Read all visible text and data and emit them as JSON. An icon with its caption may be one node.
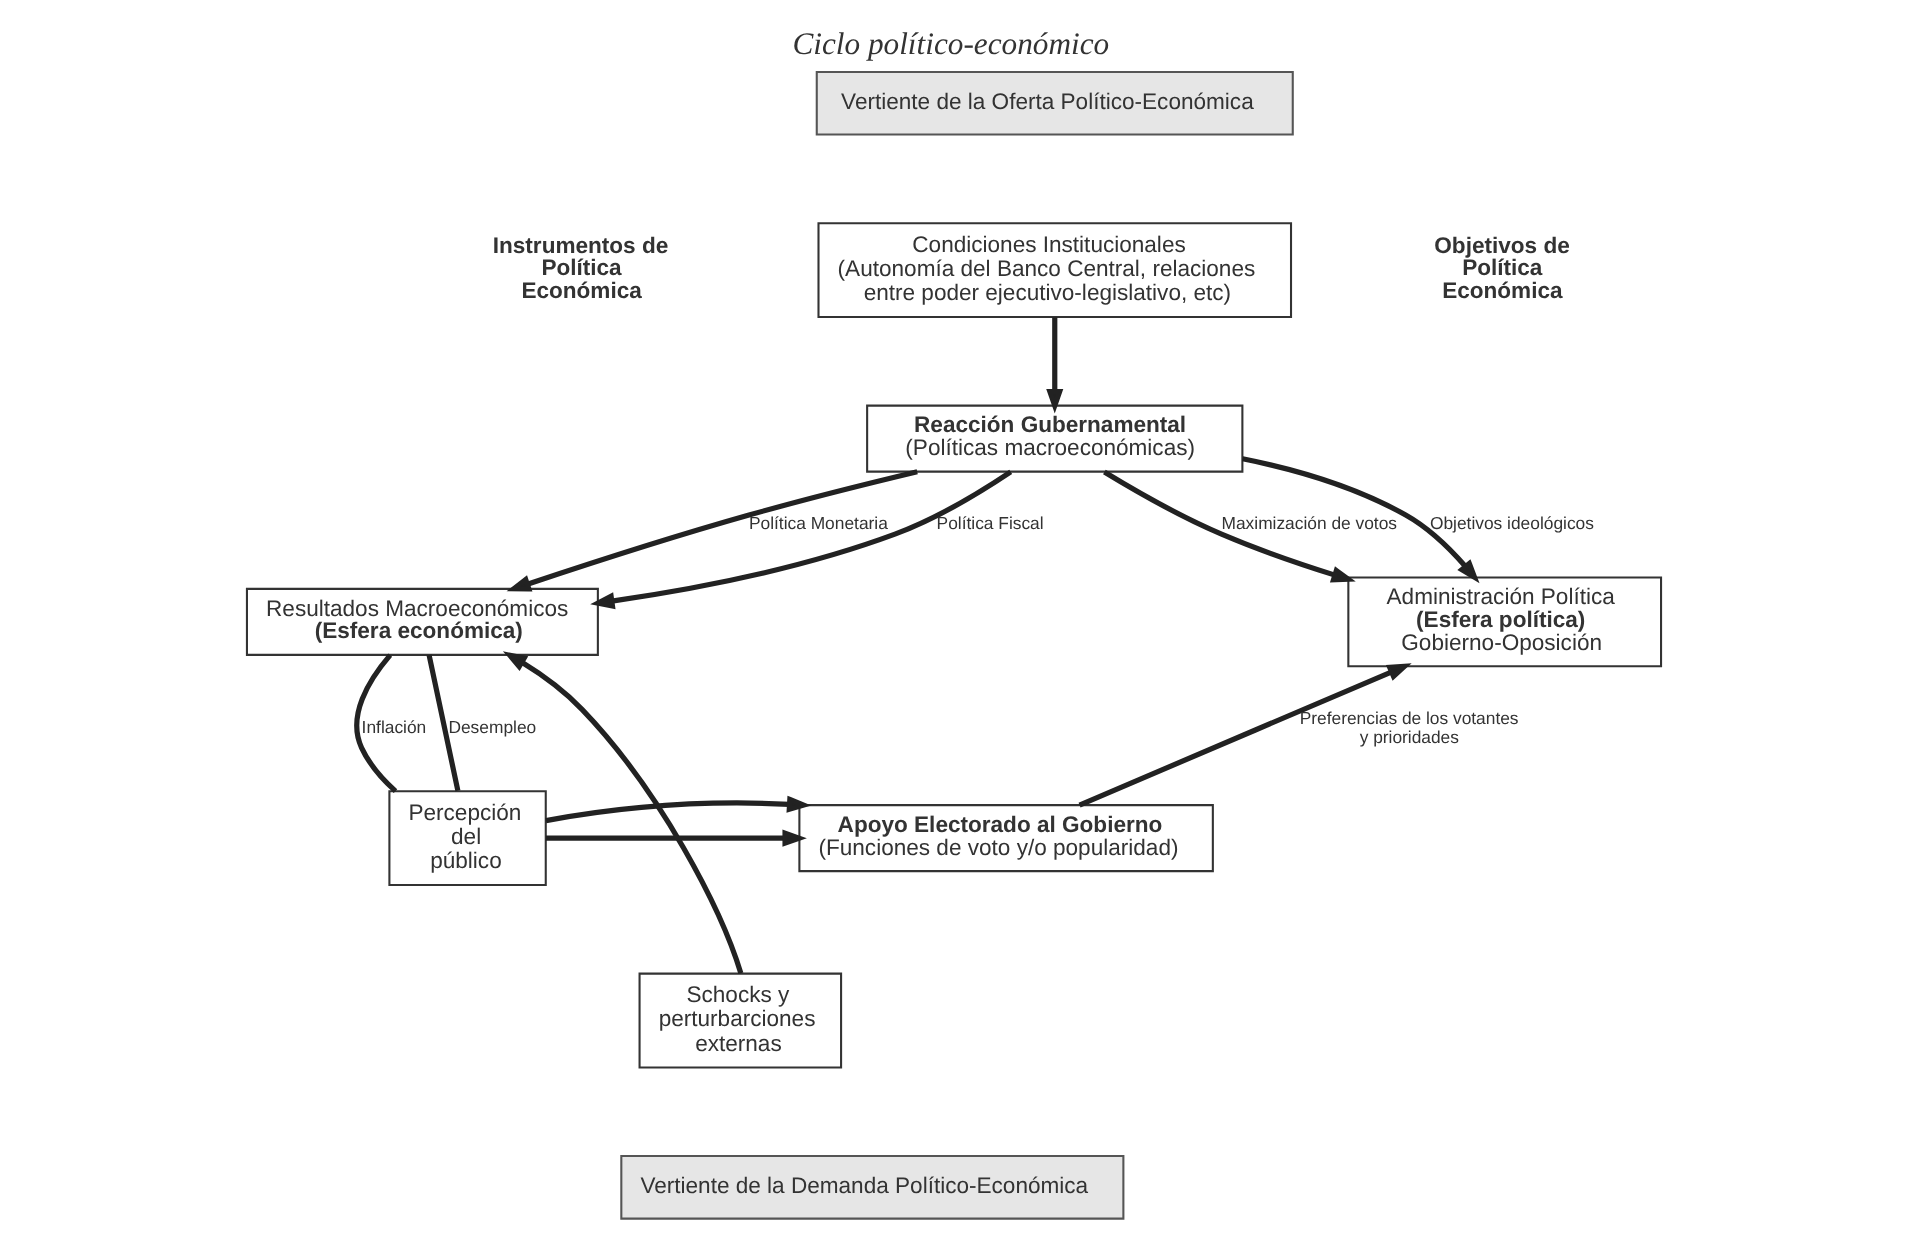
{
  "diagram": {
    "title": "Ciclo político-económico",
    "nodes": [
      {
        "text": [
          "Vertiente de la Oferta Político-Económica"
        ]
      },
      {
        "text": [
          "Condiciones Institucionales",
          "(Autonomía del Banco Central, relaciones entre poder ejecutivo-legislativo, etc)"
        ]
      },
      {
        "text": [
          "Reacción Gubernamental",
          "(Políticas macroeconómicas)"
        ]
      },
      {
        "text": [
          "Resultados Macroeconómicos",
          "(Esfera económica)"
        ]
      },
      {
        "text": [
          "Administración Política",
          "(Esfera política)",
          "Gobierno-Oposición"
        ]
      },
      {
        "text": [
          "Percepción del público"
        ]
      },
      {
        "text": [
          "Apoyo Electorado al Gobierno",
          "(Funciones de voto y/o popularidad)"
        ]
      },
      {
        "text": [
          "Schocks y perturbarciones externas"
        ]
      },
      {
        "text": [
          "Vertiente de la Demanda Político-Económica"
        ]
      }
    ],
    "edges": [
      {
        "from": 1,
        "to": 2,
        "arrow": "to"
      },
      {
        "from": 2,
        "to": 3,
        "arrow": "to",
        "label": "Política Monetaria"
      },
      {
        "from": 2,
        "to": 3,
        "arrow": "to",
        "label": "Política Fiscal"
      },
      {
        "from": 2,
        "to": 4,
        "arrow": "to",
        "label": "Maximización de votos"
      },
      {
        "from": 2,
        "to": 4,
        "arrow": "to",
        "label": "Objetivos ideológicos"
      },
      {
        "from": 3,
        "to": 5,
        "arrow": "none",
        "label": "Desempleo"
      },
      {
        "from": 3,
        "to": 5,
        "arrow": "none",
        "label": "Inflación"
      },
      {
        "from": 5,
        "to": 6,
        "arrow": "to"
      },
      {
        "from": 5,
        "to": 6,
        "arrow": "to"
      },
      {
        "from": 6,
        "to": 4,
        "arrow": "to",
        "label": "Preferencias de los votantes y prioridades"
      },
      {
        "from": 7,
        "to": 3,
        "arrow": "to"
      }
    ],
    "labels": [
      "Instrumentos de Política Económica",
      "Objetivos de Política Económica"
    ]
  }
}
